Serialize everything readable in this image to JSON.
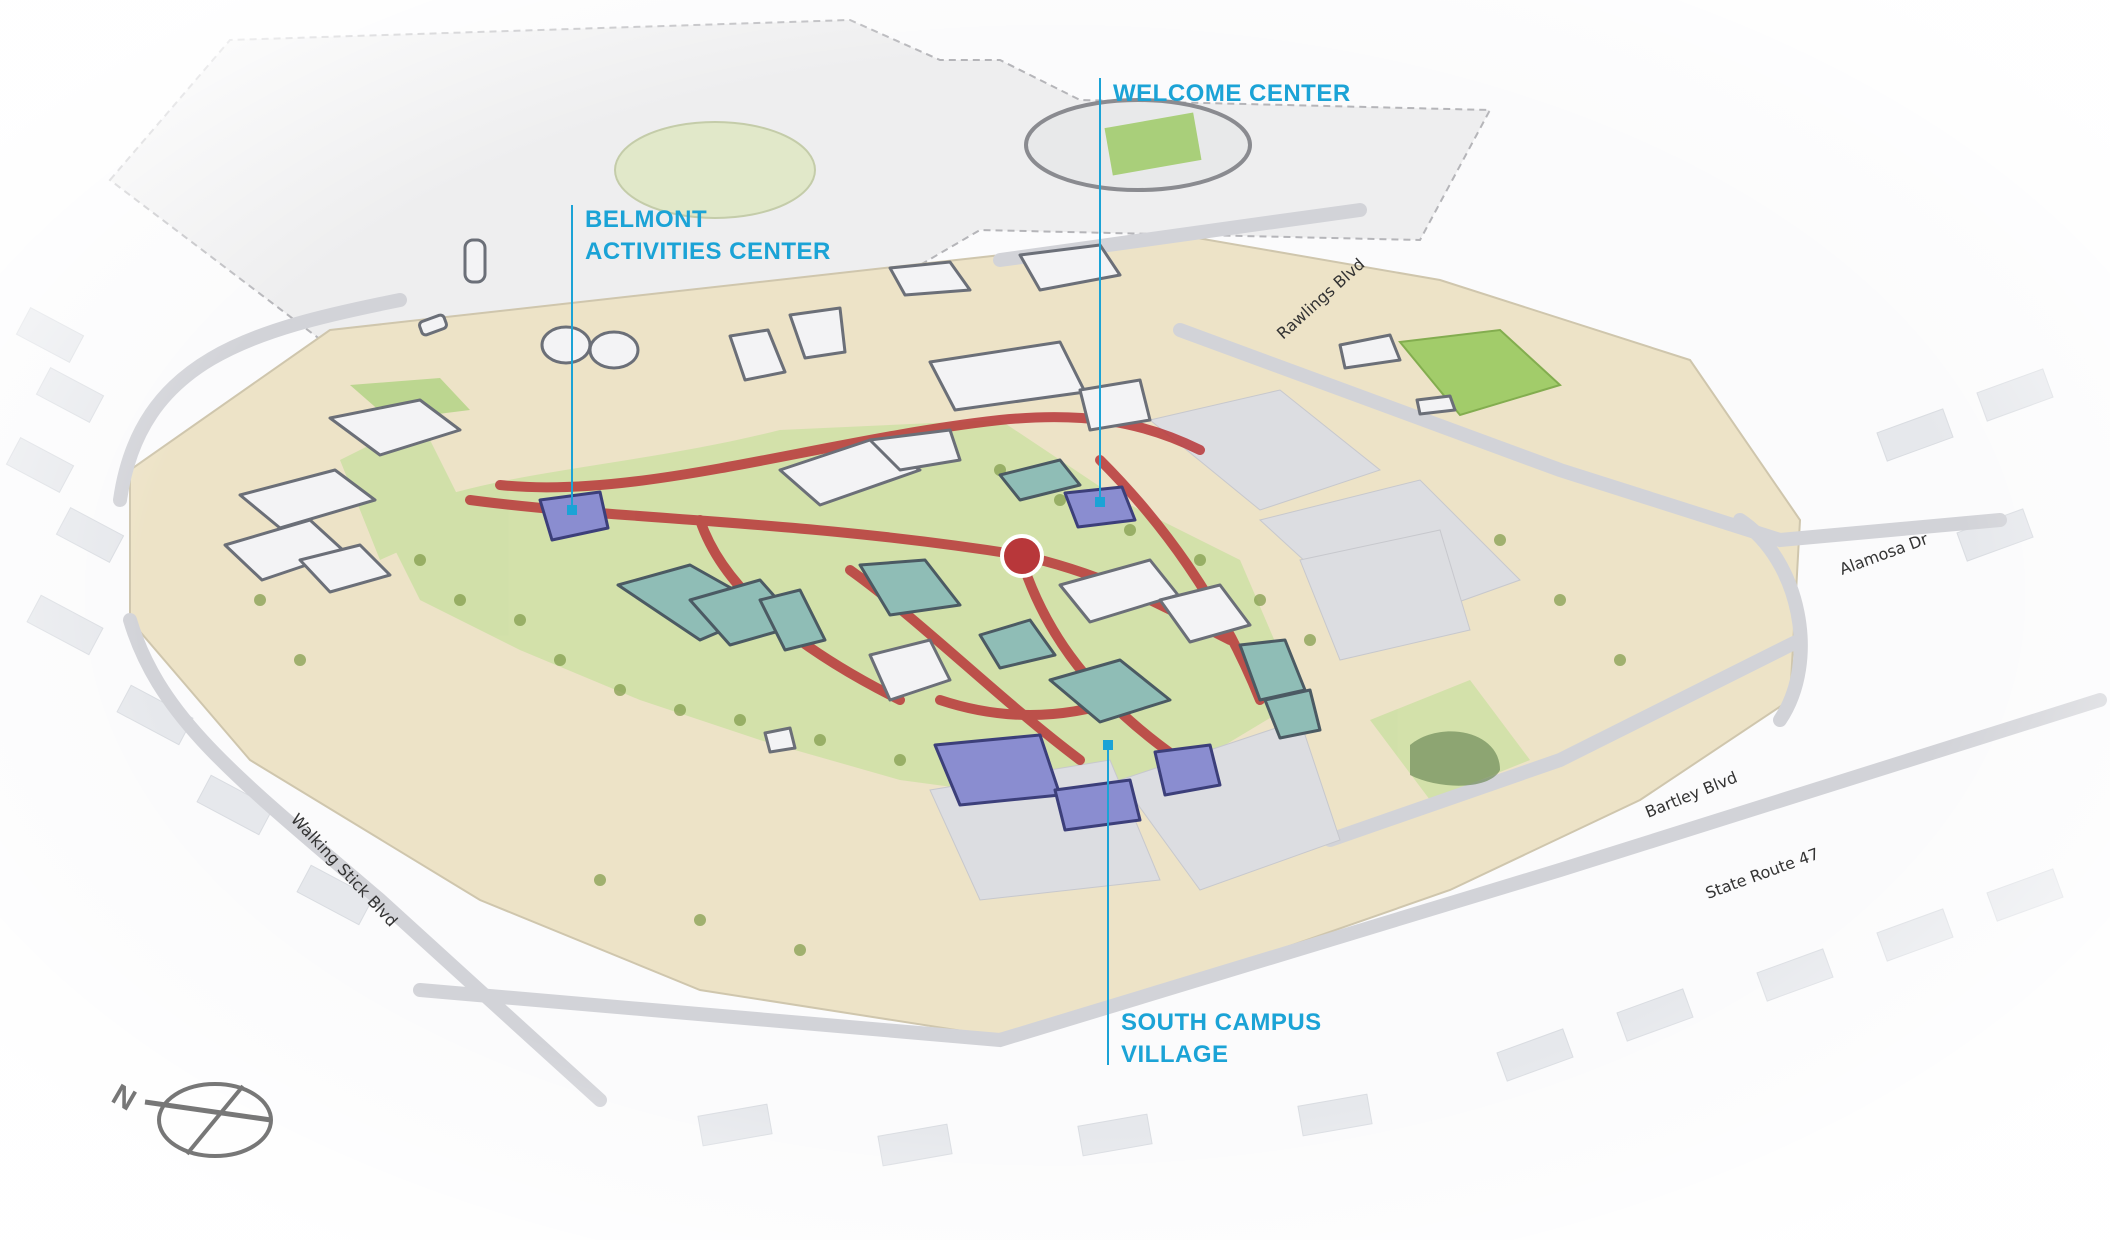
{
  "colors": {
    "background": "#ffffff",
    "land": "#ede3c7",
    "greenspace": "#cfe0a6",
    "path": "#b8373a",
    "existing_building": "#f3f3f5",
    "existing_building_stroke": "#6b6f78",
    "teal_building": "#8fbdb6",
    "proposed_building": "#8a8dd0",
    "proposed_building_stroke": "#3c3f7a",
    "callout": "#1ba3d6",
    "road": "#e1e1e4",
    "context": "#e4e6ea",
    "compass": "#777777"
  },
  "callouts": {
    "belmont_line1": "BELMONT",
    "belmont_line2": "ACTIVITIES CENTER",
    "welcome": "WELCOME CENTER",
    "south_line1": "SOUTH CAMPUS",
    "south_line2": "VILLAGE"
  },
  "streets": {
    "rawlings": "Rawlings Blvd",
    "alamosa": "Alamosa Dr",
    "bartley": "Bartley Blvd",
    "state_route": "State Route 47",
    "walking_stick": "Walking Stick Blvd"
  },
  "compass": {
    "letter": "N"
  }
}
